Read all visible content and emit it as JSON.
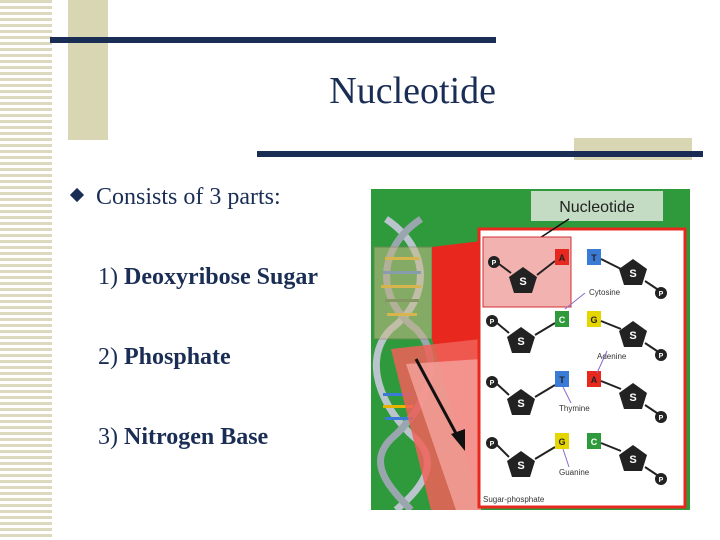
{
  "slide": {
    "title": "Nucleotide",
    "bullet": "Consists of 3 parts:",
    "items": [
      {
        "num": "1)",
        "text": "Deoxyribose Sugar"
      },
      {
        "num": "2)",
        "text": "Phosphate"
      },
      {
        "num": "3)",
        "text": "Nitrogen Base"
      }
    ]
  },
  "figure": {
    "heading": "Nucleotide",
    "labels": {
      "cytosine": "Cytosine",
      "adenine": "Adenine",
      "thymine": "Thymine",
      "guanine": "Guanine",
      "sugar_phosphate": "Sugar-phosphate"
    },
    "letters": {
      "p": "P",
      "s": "S",
      "a": "A",
      "t": "T",
      "c": "C",
      "g": "G"
    }
  },
  "colors": {
    "navy": "#1a2e55",
    "green_bg": "#2f9a3c",
    "red": "#e8281e",
    "pink": "#f2b2b0"
  }
}
